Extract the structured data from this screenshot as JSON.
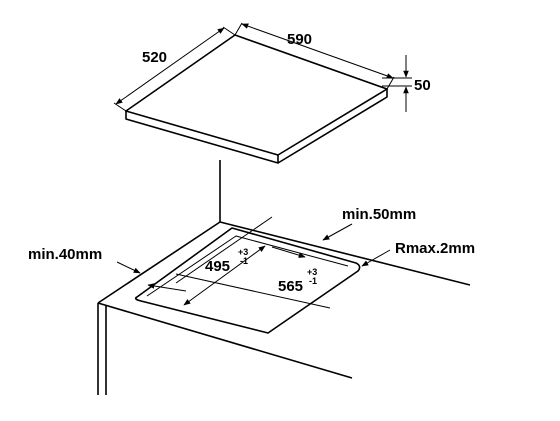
{
  "diagram": {
    "line_color": "#000000",
    "background": "#ffffff",
    "hob": {
      "width_label": "590",
      "depth_label": "520",
      "height_label": "50"
    },
    "cutout": {
      "width_label": "565",
      "width_tol_plus": "+3",
      "width_tol_minus": "-1",
      "depth_label": "495",
      "depth_tol_plus": "+3",
      "depth_tol_minus": "-1",
      "min_back_label": "min.50mm",
      "min_front_label": "min.40mm",
      "radius_label": "Rmax.2mm"
    }
  }
}
